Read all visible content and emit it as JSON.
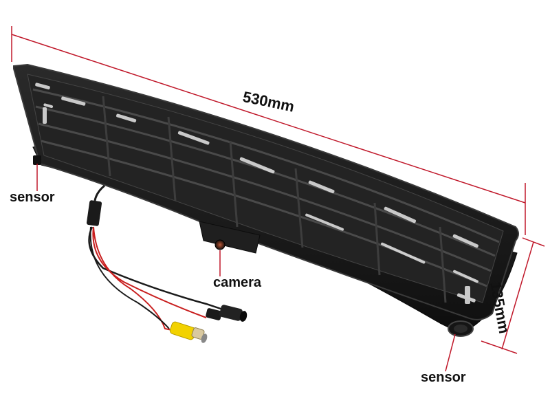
{
  "dimensions": {
    "length_label": "530mm",
    "height_label": "135mm"
  },
  "labels": {
    "sensor_left": "sensor",
    "camera": "camera",
    "sensor_right": "sensor"
  },
  "colors": {
    "dimension_line": "#c0182a",
    "frame": "#1c1c1c",
    "frame_edge": "#3a3a3a",
    "cable_red": "#c81e1e",
    "cable_black": "#1a1a1a",
    "rca_yellow": "#f2d200",
    "background": "#ffffff"
  }
}
